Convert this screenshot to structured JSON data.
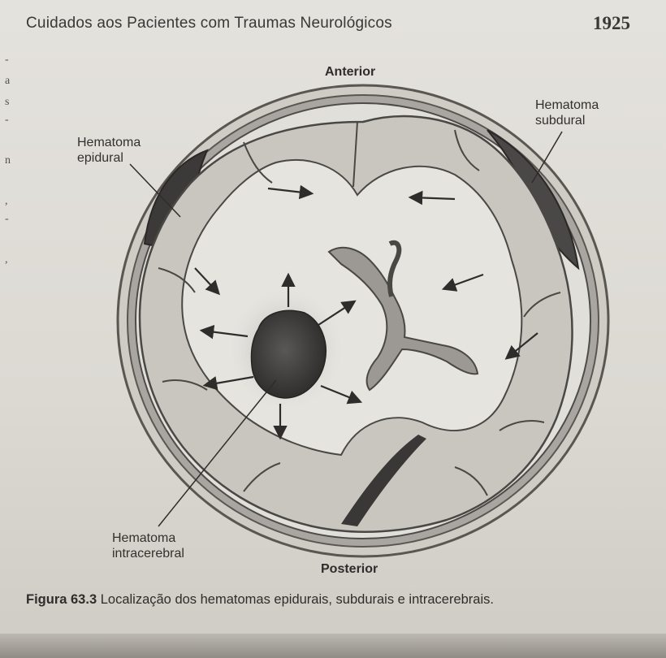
{
  "header": {
    "title": "Cuidados aos Pacientes com Traumas Neurológicos",
    "page_number": "1925"
  },
  "margin_marks": [
    "-",
    "a",
    "s",
    "-",
    "n",
    ",",
    "-",
    ","
  ],
  "figure": {
    "label_anterior": "Anterior",
    "label_posterior": "Posterior",
    "label_epidural": [
      "Hematoma",
      "epidural"
    ],
    "label_subdural": [
      "Hematoma",
      "subdural"
    ],
    "label_intracerebral": [
      "Hematoma",
      "intracerebral"
    ]
  },
  "caption": {
    "label": "Figura 63.3",
    "text": "Localização dos hematomas epidurais, subdurais e intracerebrais."
  }
}
